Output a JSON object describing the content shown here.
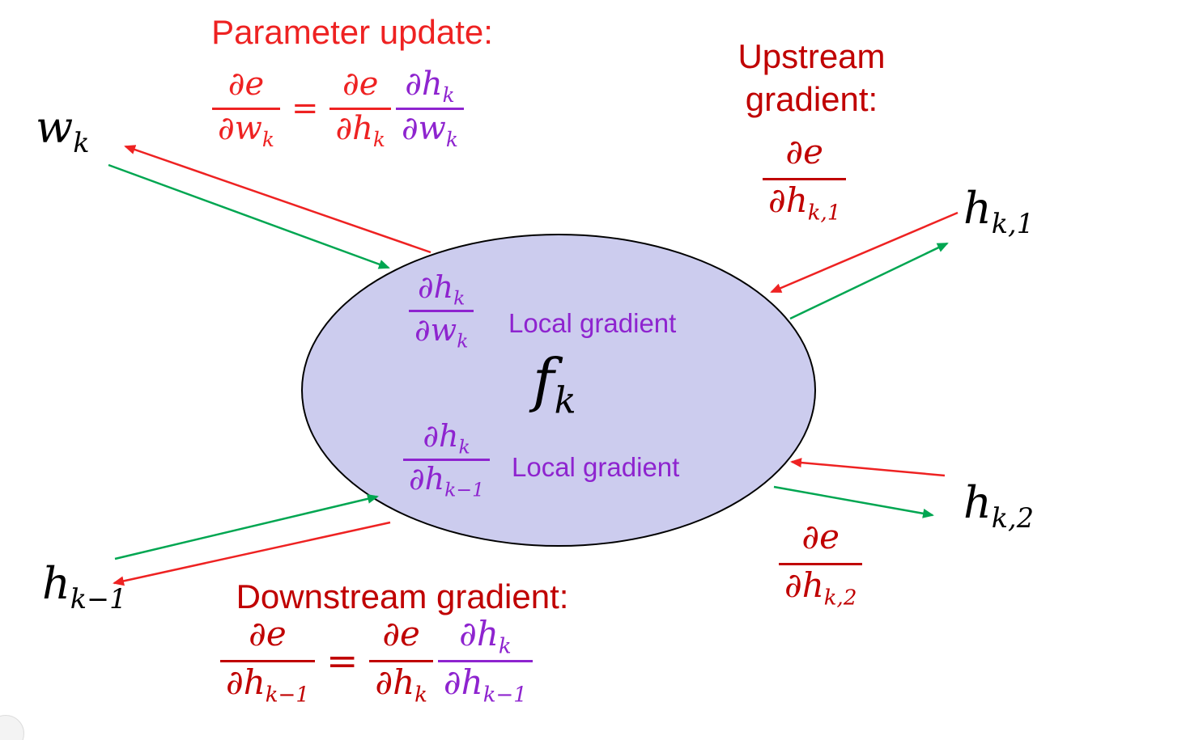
{
  "colors": {
    "red": "#ee2222",
    "darkred": "#c00000",
    "purple": "#8e24cf",
    "green": "#00a651",
    "black": "#000000",
    "ellipse_fill": "#ccccee",
    "bg": "#ffffff"
  },
  "nodes": {
    "wk": {
      "main": "w",
      "sub": "k"
    },
    "hk1": {
      "main": "h",
      "sub": "k,1"
    },
    "hk2": {
      "main": "h",
      "sub": "k,2"
    },
    "hkm1": {
      "main": "h",
      "sub": "k−1"
    },
    "fk": {
      "main": "f",
      "sub": "k"
    }
  },
  "parameter_update": {
    "title": "Parameter update:",
    "equals": "=",
    "lhs": {
      "num": {
        "main": "∂e",
        "sub": ""
      },
      "den": {
        "main": "∂w",
        "sub": "k"
      }
    },
    "rhs1": {
      "num": {
        "main": "∂e",
        "sub": ""
      },
      "den": {
        "main": "∂h",
        "sub": "k"
      }
    },
    "rhs2": {
      "num": {
        "main": "∂h",
        "sub": "k"
      },
      "den": {
        "main": "∂w",
        "sub": "k"
      }
    }
  },
  "upstream": {
    "title_line1": "Upstream",
    "title_line2": "gradient:",
    "frac": {
      "num": {
        "main": "∂e",
        "sub": ""
      },
      "den": {
        "main": "∂h",
        "sub": "k,1"
      }
    }
  },
  "output2_gradient": {
    "frac": {
      "num": {
        "main": "∂e",
        "sub": ""
      },
      "den": {
        "main": "∂h",
        "sub": "k,2"
      }
    }
  },
  "downstream": {
    "title": "Downstream gradient:",
    "equals": "=",
    "lhs": {
      "num": {
        "main": "∂e",
        "sub": ""
      },
      "den": {
        "main": "∂h",
        "sub": "k−1"
      }
    },
    "rhs1": {
      "num": {
        "main": "∂e",
        "sub": ""
      },
      "den": {
        "main": "∂h",
        "sub": "k"
      }
    },
    "rhs2": {
      "num": {
        "main": "∂h",
        "sub": "k"
      },
      "den": {
        "main": "∂h",
        "sub": "k−1"
      }
    }
  },
  "ellipse_node": {
    "local_gradient_top": {
      "label": "Local gradient",
      "frac": {
        "num": {
          "main": "∂h",
          "sub": "k"
        },
        "den": {
          "main": "∂w",
          "sub": "k"
        }
      }
    },
    "local_gradient_bottom": {
      "label": "Local gradient",
      "frac": {
        "num": {
          "main": "∂h",
          "sub": "k"
        },
        "den": {
          "main": "∂h",
          "sub": "k−1"
        }
      }
    }
  }
}
